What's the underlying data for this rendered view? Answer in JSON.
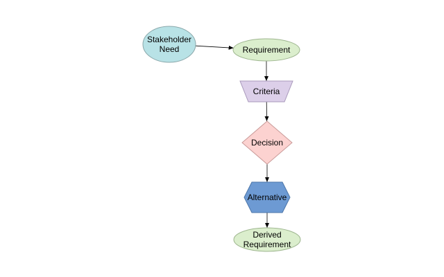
{
  "diagram": {
    "nodes": [
      {
        "id": "stakeholder-need",
        "shape": "ellipse",
        "lines": [
          "Stakeholder",
          "Need"
        ],
        "fill": "#b8e2e6",
        "stroke": "#8aa7aa"
      },
      {
        "id": "requirement",
        "shape": "ellipse",
        "lines": [
          "Requirement"
        ],
        "fill": "#dbeecd",
        "stroke": "#9db58e"
      },
      {
        "id": "criteria",
        "shape": "trapezoid",
        "lines": [
          "Criteria"
        ],
        "fill": "#dccfe9",
        "stroke": "#a999bb"
      },
      {
        "id": "decision",
        "shape": "diamond",
        "lines": [
          "Decision"
        ],
        "fill": "#fcd2d0",
        "stroke": "#c99a98"
      },
      {
        "id": "alternative",
        "shape": "hexagon",
        "lines": [
          "Alternative"
        ],
        "fill": "#6d9ad3",
        "stroke": "#4d76a8"
      },
      {
        "id": "derived-requirement",
        "shape": "ellipse",
        "lines": [
          "Derived",
          "Requirement"
        ],
        "fill": "#dbeecd",
        "stroke": "#9db58e"
      }
    ],
    "edges": [
      {
        "from": "stakeholder-need",
        "to": "requirement"
      },
      {
        "from": "requirement",
        "to": "criteria"
      },
      {
        "from": "criteria",
        "to": "decision"
      },
      {
        "from": "decision",
        "to": "alternative"
      },
      {
        "from": "alternative",
        "to": "derived-requirement"
      }
    ]
  }
}
